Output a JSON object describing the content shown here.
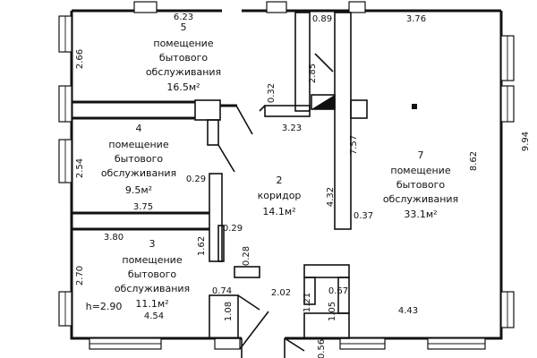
{
  "rooms": [
    {
      "number": "5",
      "line1": "помещение",
      "line2": "бытового",
      "line3": "обслуживания",
      "area": "16.5м²"
    },
    {
      "number": "4",
      "line1": "помещение",
      "line2": "бытового",
      "line3": "обслуживания",
      "area": "9.5м²"
    },
    {
      "number": "3",
      "line1": "помещение",
      "line2": "бытового",
      "line3": "обслуживания",
      "area": "11.1м²"
    },
    {
      "number": "2",
      "line1": "коридор",
      "area": "14.1м²"
    },
    {
      "number": "7",
      "line1": "помещение",
      "line2": "бытового",
      "line3": "обслуживания",
      "area": "33.1м²"
    }
  ],
  "height_label": "h=2.90",
  "dimensions": {
    "d623": "6.23",
    "d089": "0.89",
    "d376": "3.76",
    "d266": "2.66",
    "d285": "2.85",
    "d032": "0.32",
    "d323": "3.23",
    "d757": "7.57",
    "d994": "9.94",
    "d254": "2.54",
    "d029": "0.29",
    "d375": "3.75",
    "d432": "4.32",
    "d037": "0.37",
    "d862": "8.62",
    "d380": "3.80",
    "d162": "1.62",
    "d029b": "0.29",
    "d028": "0.28",
    "d270": "2.70",
    "d074": "0.74",
    "d202": "2.02",
    "d121": "1.21",
    "d067": "0.67",
    "d454": "4.54",
    "d108": "1.08",
    "d105": "1.05",
    "d443": "4.43",
    "d056": "0.56"
  }
}
